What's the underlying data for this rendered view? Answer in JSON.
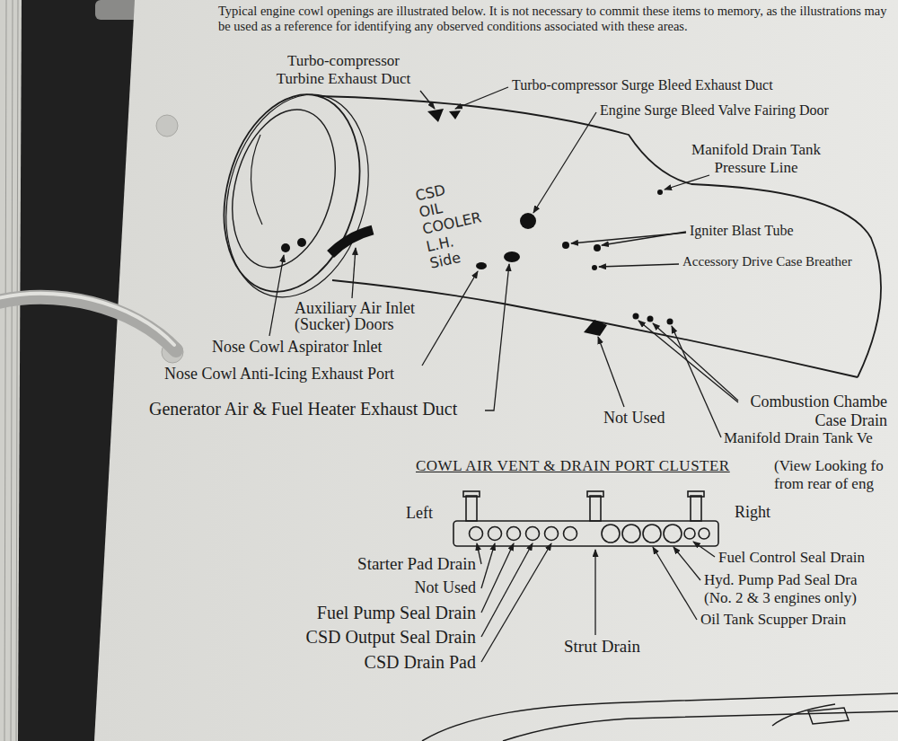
{
  "diagram": {
    "labels": [
      "Typical engine cowl openings are illustrated below. It is not necessary to commit these items to memory, as the illustrations may be used as a reference for identifying any observed conditions associated with these areas.",
      "Turbo-compressor Turbine Exhaust Duct",
      "Turbo-compressor Surge Bleed Exhaust Duct",
      "Engine Surge Bleed Valve Fairing Door",
      "Manifold Drain Tank Pressure Line",
      "Igniter Blast Tube",
      "Accessory Drive Case Breather",
      "CSD OIL COOLER L.H. Side",
      "Auxiliary Air Inlet (Sucker) Doors",
      "Nose Cowl Aspirator Inlet",
      "Nose Cowl Anti-Icing Exhaust Port",
      "Generator Air & Fuel Heater Exhaust Duct",
      "Not Used",
      "Combustion Chambe Case Drain",
      "Manifold Drain Tank Ve",
      "COWL AIR VENT & DRAIN PORT CLUSTER",
      "(View Looking fo from rear of eng",
      "Left",
      "Right",
      "Fuel Control Seal Drain",
      "Hyd. Pump Pad Seal Dra (No. 2 & 3 engines only)",
      "Oil Tank Scupper Drain",
      "Starter Pad Drain",
      "Not Used",
      "Fuel Pump Seal Drain",
      "CSD Output Seal Drain",
      "CSD Drain Pad",
      "Strut Drain"
    ]
  }
}
